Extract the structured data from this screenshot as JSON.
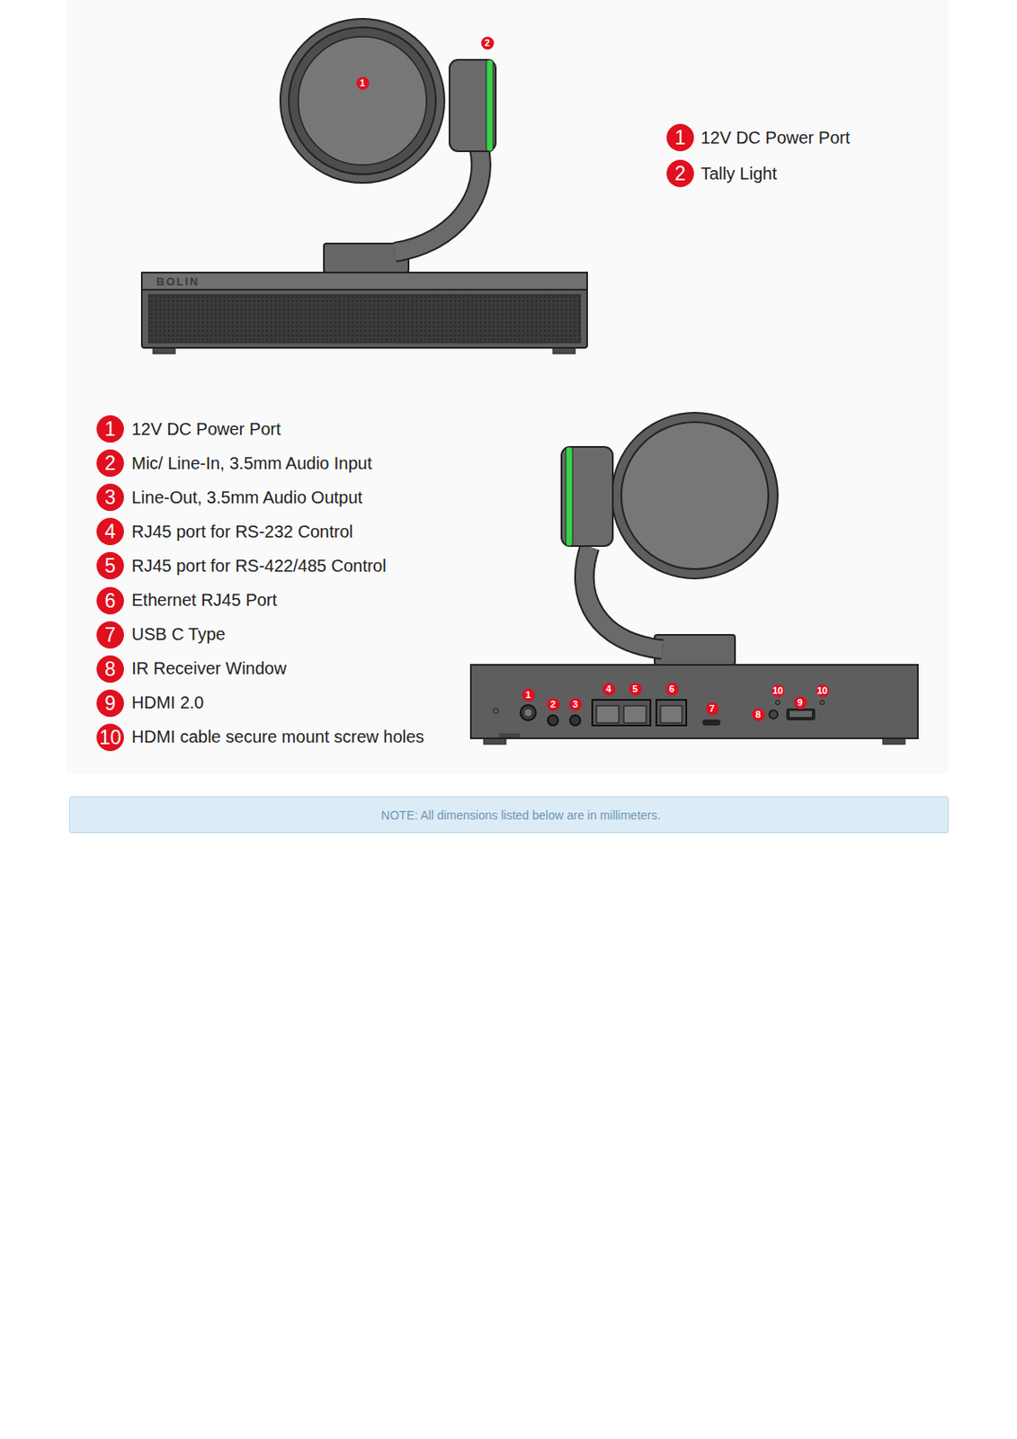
{
  "diagram": {
    "nodes": [
      {
        "text": [
          "NOTE: All dimensions listed below are in millimeters."
        ]
      }
    ],
    "labels": [
      "2",
      "1",
      "1",
      "12V DC Power Port",
      "2",
      "Tally Light",
      "BOLIN",
      "1",
      "12V DC Power Port",
      "2",
      "Mic/ Line-In, 3.5mm Audio Input",
      "3",
      "Line-Out, 3.5mm Audio Output",
      "4",
      "RJ45 port for RS-232 Control",
      "5",
      "RJ45 port for RS-422/485 Control",
      "6",
      "Ethernet RJ45 Port",
      "7",
      "USB C Type",
      "8",
      "IR Receiver Window",
      "9",
      "HDMI 2.0",
      "10",
      "HDMI cable secure mount screw holes",
      "10",
      "10",
      "1",
      "4",
      "5",
      "6",
      "2",
      "3",
      "7",
      "9",
      "8"
    ]
  }
}
